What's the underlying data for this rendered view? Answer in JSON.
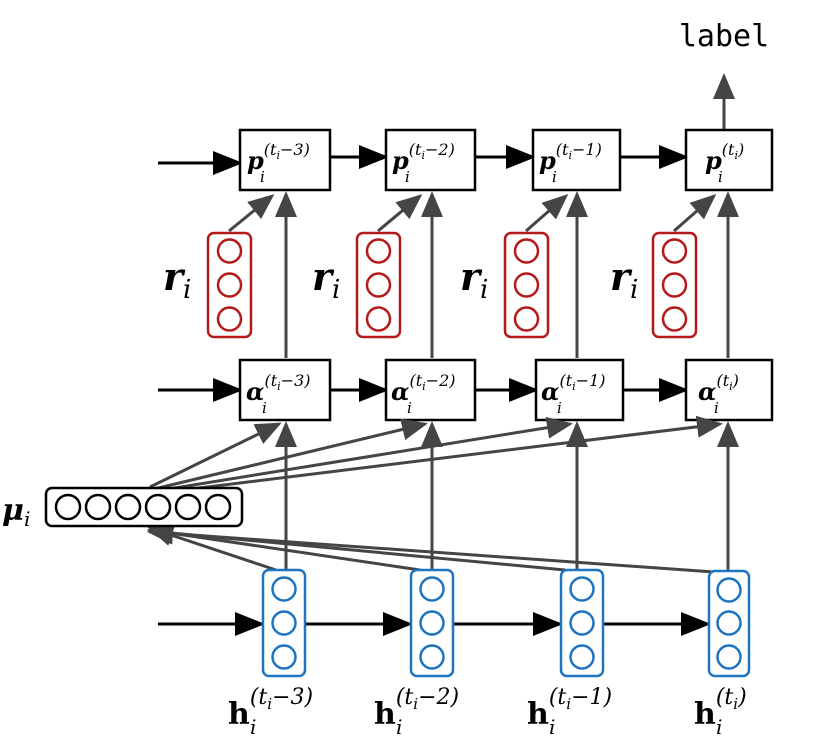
{
  "colors": {
    "blue": "#1f74c0",
    "red": "#b51a1a",
    "arrow_dark": "#454545",
    "arrow_black": "#000000"
  },
  "output": {
    "label": "label"
  },
  "p_nodes": [
    {
      "base": "p",
      "sub": "i",
      "sup": "(t",
      "sup_sub": "i",
      "sup_tail": "−3)"
    },
    {
      "base": "p",
      "sub": "i",
      "sup": "(t",
      "sup_sub": "i",
      "sup_tail": "−2)"
    },
    {
      "base": "p",
      "sub": "i",
      "sup": "(t",
      "sup_sub": "i",
      "sup_tail": "−1)"
    },
    {
      "base": "p",
      "sub": "i",
      "sup": "(t",
      "sup_sub": "i",
      "sup_tail": ")"
    }
  ],
  "alpha_nodes": [
    {
      "base": "α",
      "sub": "i",
      "sup": "(t",
      "sup_sub": "i",
      "sup_tail": "−3)"
    },
    {
      "base": "α",
      "sub": "i",
      "sup": "(t",
      "sup_sub": "i",
      "sup_tail": "−2)"
    },
    {
      "base": "α",
      "sub": "i",
      "sup": "(t",
      "sup_sub": "i",
      "sup_tail": "−1)"
    },
    {
      "base": "α",
      "sub": "i",
      "sup": "(t",
      "sup_sub": "i",
      "sup_tail": ")"
    }
  ],
  "r_nodes": [
    {
      "base": "r",
      "sub": "i"
    },
    {
      "base": "r",
      "sub": "i"
    },
    {
      "base": "r",
      "sub": "i"
    },
    {
      "base": "r",
      "sub": "i"
    }
  ],
  "h_nodes": [
    {
      "base": "h",
      "sub": "i",
      "sup": "(t",
      "sup_sub": "i",
      "sup_tail": "−3)"
    },
    {
      "base": "h",
      "sub": "i",
      "sup": "(t",
      "sup_sub": "i",
      "sup_tail": "−2)"
    },
    {
      "base": "h",
      "sub": "i",
      "sup": "(t",
      "sup_sub": "i",
      "sup_tail": "−1)"
    },
    {
      "base": "h",
      "sub": "i",
      "sup": "(t",
      "sup_sub": "i",
      "sup_tail": ")"
    }
  ],
  "mu": {
    "base": "μ",
    "sub": "i"
  }
}
